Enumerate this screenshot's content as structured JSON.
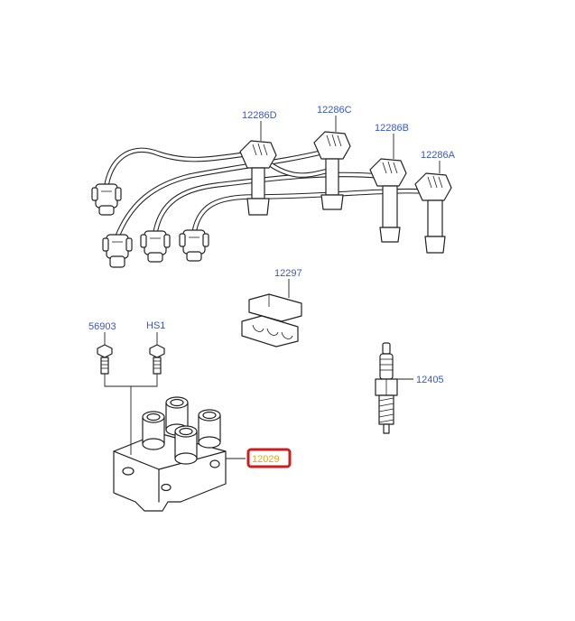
{
  "callouts": {
    "wire_d": "12286D",
    "wire_c": "12286C",
    "wire_b": "12286B",
    "wire_a": "12286A",
    "clip": "12297",
    "bolt_1": "56903",
    "bolt_2": "HS1",
    "spark_plug": "12405",
    "coil": "12029"
  },
  "colors": {
    "callout_text": "#3a57c9",
    "highlight_border": "#d21b1b",
    "highlight_text": "#e8a521",
    "line_art": "#222222"
  }
}
